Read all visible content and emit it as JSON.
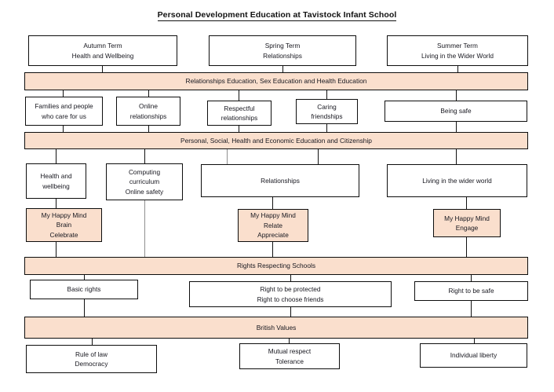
{
  "page": {
    "title": "Personal Development Education at Tavistock Infant School",
    "accent_color": "#fadfcd",
    "border_color": "#0d0d0d",
    "background_color": "#ffffff",
    "text_color": "#17171f"
  },
  "rows": {
    "terms": [
      {
        "name": "autumn-term",
        "text": "Autumn Term\nHealth and Wellbeing"
      },
      {
        "name": "spring-term",
        "text": "Spring Term\nRelationships"
      },
      {
        "name": "summer-term",
        "text": "Summer Term\nLiving in the Wider World"
      }
    ],
    "rshe_banner": "Relationships Education, Sex Education and Health Education",
    "rshe_topics": [
      {
        "name": "families-and-people",
        "text": "Families and people\nwho care for us"
      },
      {
        "name": "online-relationships",
        "text": "Online\nrelationships"
      },
      {
        "name": "respectful-relationships",
        "text": "Respectful\nrelationships"
      },
      {
        "name": "caring-friendships",
        "text": "Caring\nfriendships"
      },
      {
        "name": "being-safe",
        "text": "Being safe"
      }
    ],
    "pshe_banner": "Personal, Social, Health and Economic Education and Citizenship",
    "pshe_topics": [
      {
        "name": "health-and-wellbeing",
        "text": "Health and\nwellbeing"
      },
      {
        "name": "computing-curriculum",
        "text": "Computing\ncurriculum\nOnline safety"
      },
      {
        "name": "relationships",
        "text": "Relationships"
      },
      {
        "name": "living-in-the-wider-world",
        "text": "Living in the wider world"
      }
    ],
    "my_happy_mind": [
      {
        "name": "my-happy-mind-brain",
        "text": "My Happy Mind\nBrain\nCelebrate"
      },
      {
        "name": "my-happy-mind-relate",
        "text": "My Happy Mind\nRelate\nAppreciate"
      },
      {
        "name": "my-happy-mind-engage",
        "text": "My Happy Mind\nEngage"
      }
    ],
    "rrs_banner": "Rights Respecting Schools",
    "rrs_topics": [
      {
        "name": "basic-rights",
        "text": "Basic rights"
      },
      {
        "name": "right-to-be-protected",
        "text": "Right to be protected\nRight to choose friends"
      },
      {
        "name": "right-to-be-safe",
        "text": "Right to be safe"
      }
    ],
    "british_values_banner": "British Values",
    "british_values_topics": [
      {
        "name": "rule-of-law",
        "text": "Rule of law\nDemocracy"
      },
      {
        "name": "mutual-respect",
        "text": "Mutual respect\nTolerance"
      },
      {
        "name": "individual-liberty",
        "text": "Individual liberty"
      }
    ]
  }
}
